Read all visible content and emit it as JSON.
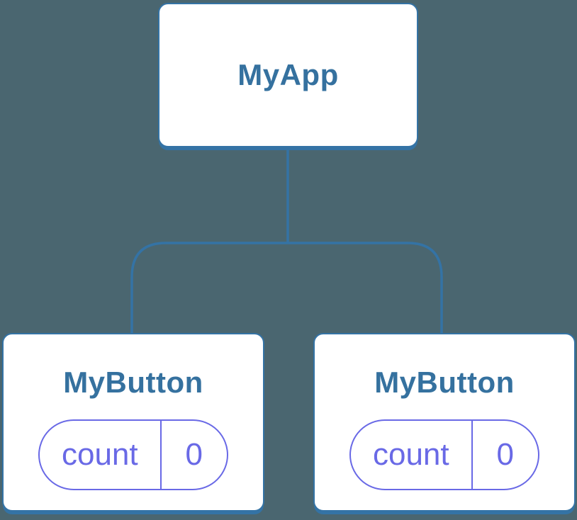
{
  "colors": {
    "background": "#4A6670",
    "line_blue": "#3473A5",
    "node_text_blue": "#35719F",
    "state_purple": "#6969E6",
    "node_fill": "#FFFFFF"
  },
  "tree": {
    "root": {
      "label": "MyApp"
    },
    "children": [
      {
        "label": "MyButton",
        "state": {
          "key": "count",
          "value": "0"
        }
      },
      {
        "label": "MyButton",
        "state": {
          "key": "count",
          "value": "0"
        }
      }
    ]
  }
}
